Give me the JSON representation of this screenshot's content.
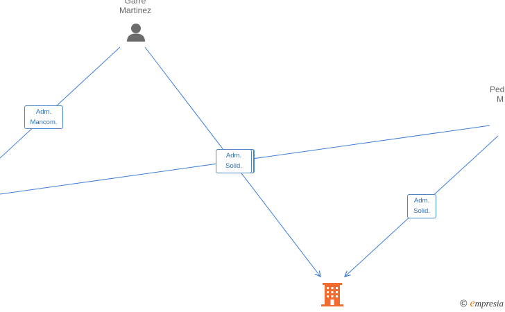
{
  "persons": [
    {
      "line1": "Garre",
      "line2": "Martinez"
    },
    {
      "line1": "Ped",
      "line2": "M"
    }
  ],
  "relations": [
    {
      "line1": "Adm.",
      "line2": "Mancom."
    },
    {
      "line1": "Adm.",
      "line2": "Solid."
    },
    {
      "line1": "Adm.",
      "line2": "Solid."
    }
  ],
  "colors": {
    "edge": "#3b7dd8",
    "person_icon": "#6b6b6b",
    "company_icon": "#f26b2f",
    "label_border": "#4a86c8",
    "label_text": "#2f6fb3"
  },
  "icons": {
    "person": "person-icon",
    "company": "building-icon"
  },
  "watermark": {
    "symbol": "©",
    "brand_initial": "e",
    "brand_rest": "mpresia"
  }
}
